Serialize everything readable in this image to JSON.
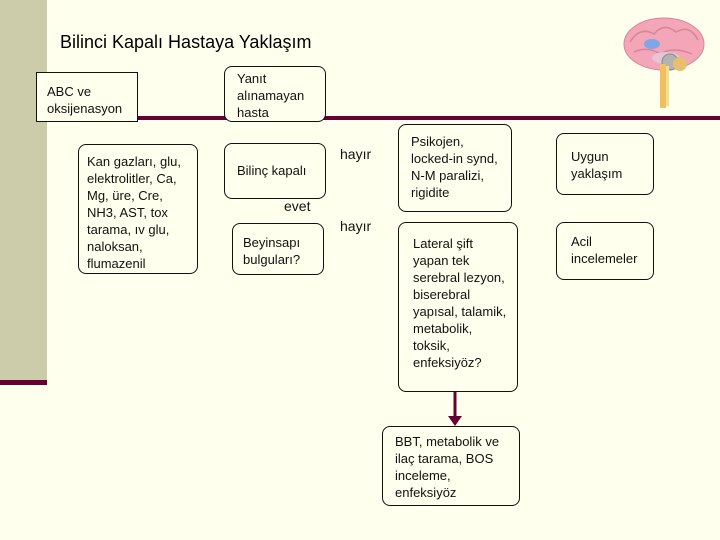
{
  "title": "Bilinci Kapalı Hastaya Yaklaşım",
  "nodes": {
    "abc": "ABC ve oksijenasyon",
    "labs": "Kan gazları, glu, elektrolitler, Ca, Mg, üre, Cre, NH3, AST, tox tarama, ıv glu, naloksan, flumazenil",
    "unresponsive": "Yanıt alınamayan hasta",
    "unconscious": "Bilinç kapalı",
    "brainstem": "Beyinsapı bulguları?",
    "psychogenic": "Psikojen, locked-in synd, N-M paralizi, rigidite",
    "appropriate": "Uygun yaklaşım",
    "lateral": "Lateral şift yapan tek serebral lezyon, biserebral yapısal, talamik, metabolik, toksik, enfeksiyöz?",
    "emergency": "Acil incelemeler",
    "bbt": "BBT, metabolik ve ilaç tarama, BOS inceleme, enfeksiyöz"
  },
  "edge_labels": {
    "no1": "hayır",
    "yes": "evet",
    "no2": "hayır"
  },
  "colors": {
    "background": "#ffffee",
    "accent_line": "#660033",
    "left_bar": "#ccccaa"
  },
  "icons": {
    "corner": "brain-anatomy-icon"
  }
}
